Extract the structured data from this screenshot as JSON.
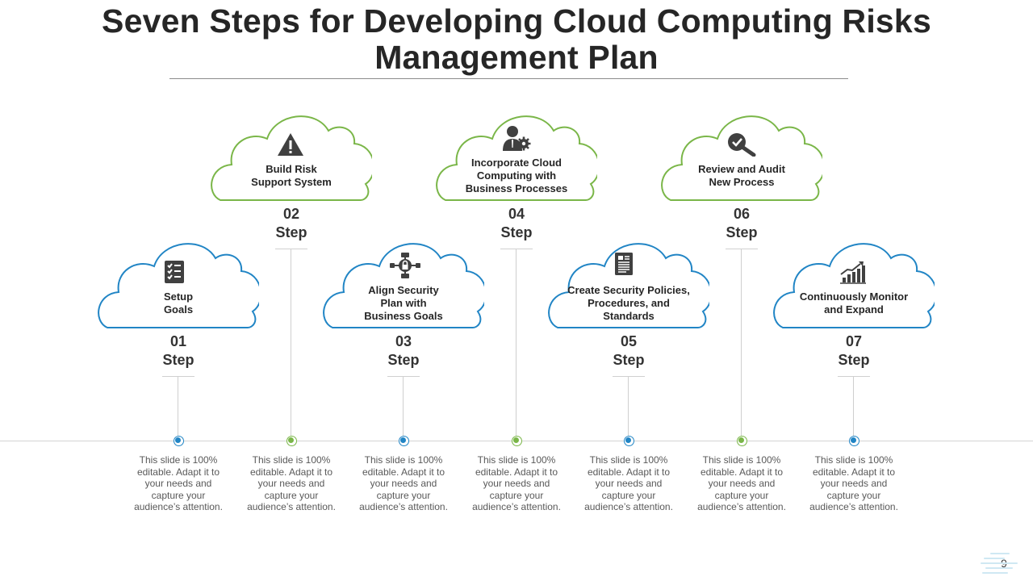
{
  "title": "Seven Steps for Developing Cloud Computing Risks Management Plan",
  "colors": {
    "blue": "#2185c5",
    "green": "#7ab648",
    "icon": "#404040"
  },
  "step_word": "Step",
  "description": "This slide is 100%\neditable. Adapt it to\nyour needs and\ncapture your\naudience’s attention.",
  "steps": [
    {
      "number": "01",
      "label": "Setup\nGoals",
      "icon": "checklist-icon",
      "color": "blue",
      "row": "bottom"
    },
    {
      "number": "02",
      "label": "Build Risk\nSupport  System",
      "icon": "warning-icon",
      "color": "green",
      "row": "top"
    },
    {
      "number": "03",
      "label": "Align Security\nPlan with\nBusiness  Goals",
      "icon": "network-lock-icon",
      "color": "blue",
      "row": "bottom"
    },
    {
      "number": "04",
      "label": "Incorporate Cloud\nComputing with\nBusiness  Processes",
      "icon": "user-gear-icon",
      "color": "green",
      "row": "top"
    },
    {
      "number": "05",
      "label": "Create Security Policies,\nProcedures, and\nStandards",
      "icon": "document-icon",
      "color": "blue",
      "row": "bottom"
    },
    {
      "number": "06",
      "label": "Review and Audit\nNew Process",
      "icon": "magnifier-check-icon",
      "color": "green",
      "row": "top"
    },
    {
      "number": "07",
      "label": "Continuously  Monitor\nand Expand",
      "icon": "growth-chart-icon",
      "color": "blue",
      "row": "bottom"
    }
  ],
  "page_number": "9"
}
